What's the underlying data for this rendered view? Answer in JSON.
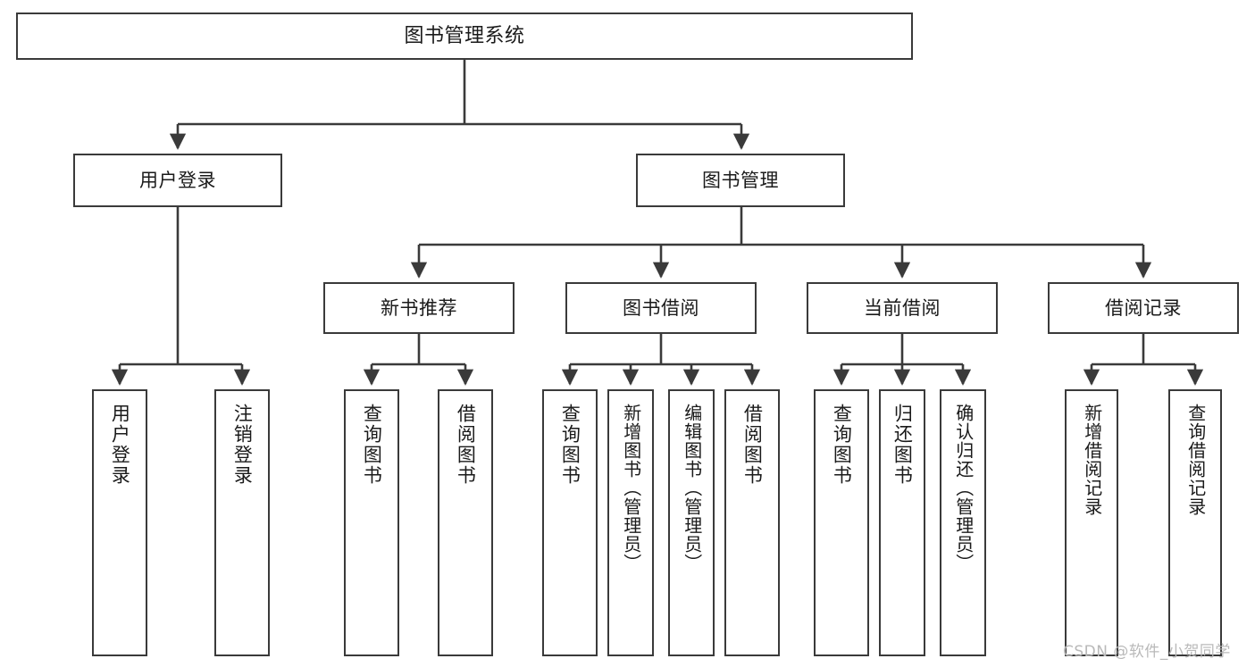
{
  "diagram": {
    "type": "tree",
    "title": "图书管理系统",
    "watermark": "CSDN @软件_小贺同学",
    "colors": {
      "box_border": "#3a3a3a",
      "box_fill": "#ffffff",
      "edge": "#3a3a3a",
      "text": "#1a1a1a",
      "watermark": "#b9b9b9",
      "background": "#ffffff"
    },
    "levels": [
      {
        "level": 1,
        "nodes": [
          {
            "id": "root",
            "label": "图书管理系统",
            "orientation": "horizontal"
          }
        ]
      },
      {
        "level": 2,
        "nodes": [
          {
            "id": "login",
            "label": "用户登录",
            "orientation": "horizontal",
            "parent": "root"
          },
          {
            "id": "bookmgmt",
            "label": "图书管理",
            "orientation": "horizontal",
            "parent": "root"
          }
        ]
      },
      {
        "level": 3,
        "nodes": [
          {
            "id": "newbook",
            "label": "新书推荐",
            "orientation": "horizontal",
            "parent": "bookmgmt"
          },
          {
            "id": "borrow",
            "label": "图书借阅",
            "orientation": "horizontal",
            "parent": "bookmgmt"
          },
          {
            "id": "current",
            "label": "当前借阅",
            "orientation": "horizontal",
            "parent": "bookmgmt"
          },
          {
            "id": "records",
            "label": "借阅记录",
            "orientation": "horizontal",
            "parent": "bookmgmt"
          }
        ]
      },
      {
        "level": 4,
        "nodes": [
          {
            "id": "leaf-user-login",
            "label": "用户登录",
            "orientation": "vertical",
            "parent": "login"
          },
          {
            "id": "leaf-user-logout",
            "label": "注销登录",
            "orientation": "vertical",
            "parent": "login"
          },
          {
            "id": "leaf-nb-query",
            "label": "查询图书",
            "orientation": "vertical",
            "parent": "newbook"
          },
          {
            "id": "leaf-nb-borrow",
            "label": "借阅图书",
            "orientation": "vertical",
            "parent": "newbook"
          },
          {
            "id": "leaf-bo-query",
            "label": "查询图书",
            "orientation": "vertical",
            "parent": "borrow"
          },
          {
            "id": "leaf-bo-add",
            "label": "新增图书（管理员）",
            "orientation": "vertical",
            "parent": "borrow"
          },
          {
            "id": "leaf-bo-edit",
            "label": "编辑图书（管理员）",
            "orientation": "vertical",
            "parent": "borrow"
          },
          {
            "id": "leaf-bo-borrow",
            "label": "借阅图书",
            "orientation": "vertical",
            "parent": "borrow"
          },
          {
            "id": "leaf-cu-query",
            "label": "查询图书",
            "orientation": "vertical",
            "parent": "current"
          },
          {
            "id": "leaf-cu-return",
            "label": "归还图书",
            "orientation": "vertical",
            "parent": "current"
          },
          {
            "id": "leaf-cu-confirm",
            "label": "确认归还（管理员）",
            "orientation": "vertical",
            "parent": "current"
          },
          {
            "id": "leaf-re-add",
            "label": "新增借阅记录",
            "orientation": "vertical",
            "parent": "records"
          },
          {
            "id": "leaf-re-query",
            "label": "查询借阅记录",
            "orientation": "vertical",
            "parent": "records"
          }
        ]
      }
    ]
  }
}
